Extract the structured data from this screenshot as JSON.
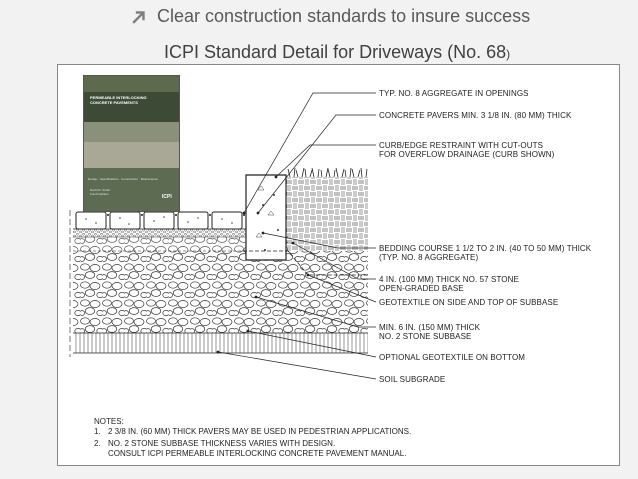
{
  "bullet": {
    "text": "Clear construction standards to insure success",
    "icon": "arrow-up-right-icon",
    "color": "#595959"
  },
  "subtitle": {
    "text": "ICPI Standard Detail for Driveways (No. 68",
    "paren": ")"
  },
  "cover": {
    "title_line1": "PERMEABLE INTERLOCKING",
    "title_line2": "CONCRETE PAVEMENTS",
    "tagline": "Design · Specifications · Construction · Maintenance",
    "author_line1": "David R. Smith",
    "author_line2": "Fourth Edition",
    "logo": "ICPI"
  },
  "callouts": [
    {
      "id": "aggregate",
      "line1": "TYP. NO. 8 AGGREGATE IN OPENINGS",
      "line2": ""
    },
    {
      "id": "pavers",
      "line1": "CONCRETE PAVERS MIN. 3 1/8 IN. (80 MM) THICK",
      "line2": ""
    },
    {
      "id": "curb",
      "line1": "CURB/EDGE RESTRAINT WITH CUT-OUTS",
      "line2": "FOR OVERFLOW DRAINAGE (CURB SHOWN)"
    },
    {
      "id": "bedding",
      "line1": "BEDDING COURSE 1 1/2 TO 2 IN. (40 TO 50 MM) THICK",
      "line2": "(TYP. NO. 8 AGGREGATE)"
    },
    {
      "id": "base",
      "line1": "4 IN. (100 MM) THICK NO. 57 STONE",
      "line2": "OPEN-GRADED BASE"
    },
    {
      "id": "geotextile-side",
      "line1": "GEOTEXTILE ON SIDE AND TOP OF SUBBASE",
      "line2": ""
    },
    {
      "id": "subbase",
      "line1": "MIN. 6 IN. (150 MM) THICK",
      "line2": "NO. 2 STONE SUBBASE"
    },
    {
      "id": "geotextile-bottom",
      "line1": "OPTIONAL GEOTEXTILE ON BOTTOM",
      "line2": ""
    },
    {
      "id": "subgrade",
      "line1": "SOIL SUBGRADE",
      "line2": ""
    }
  ],
  "notes": {
    "heading": "NOTES:",
    "items": [
      {
        "num": "1.",
        "line1": "2 3/8 IN. (60 MM) THICK PAVERS MAY BE USED IN PEDESTRIAN APPLICATIONS.",
        "line2": ""
      },
      {
        "num": "2.",
        "line1": "NO. 2 STONE SUBBASE THICKNESS VARIES WITH DESIGN.",
        "line2": "CONSULT ICPI PERMEABLE INTERLOCKING CONCRETE PAVEMENT MANUAL."
      }
    ]
  }
}
